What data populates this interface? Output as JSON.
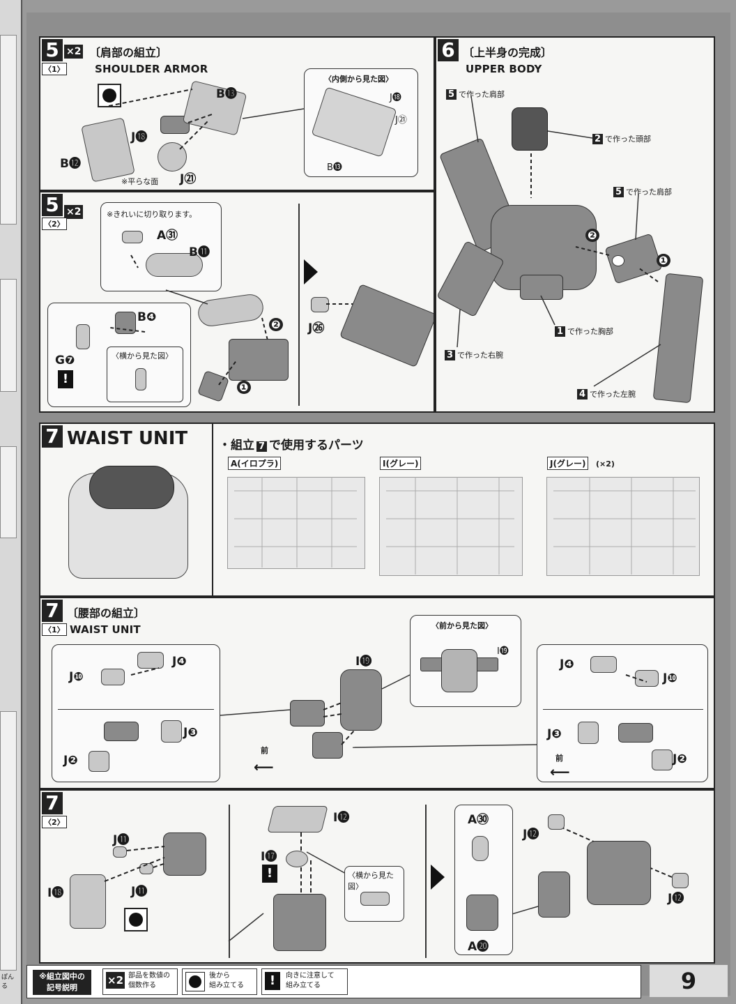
{
  "page_number": "9",
  "step5_1": {
    "num": "5",
    "sub": "〈1〉",
    "mult": "×2",
    "title_jp": "〔肩部の組立〕",
    "title_en": "SHOULDER ARMOR",
    "labels": {
      "b13": "B⓭",
      "j18": "J⓲",
      "b12": "B⓬",
      "j21": "J㉑",
      "flat_note": "※平らな面"
    },
    "inset": {
      "title": "〈内側から見た図〉",
      "j18": "J⓲",
      "j21": "J㉑",
      "b13": "B⓭"
    }
  },
  "step5_2": {
    "num": "5",
    "sub": "〈2〉",
    "mult": "×2",
    "note": "※きれいに切り取ります。",
    "labels": {
      "a31": "A㉛",
      "b11": "B⓫",
      "b4": "B❹",
      "g7": "G❼",
      "j26": "J㉖",
      "step1": "❶",
      "step2": "❷"
    },
    "side_view": "〈横から見た図〉"
  },
  "step6": {
    "num": "6",
    "title_jp": "〔上半身の完成〕",
    "title_en": "UPPER BODY",
    "callouts": [
      {
        "num": "5",
        "text": "で作った肩部"
      },
      {
        "num": "2",
        "text": "で作った頭部"
      },
      {
        "num": "5",
        "text": "で作った肩部"
      },
      {
        "num": "1",
        "text": "で作った胸部"
      },
      {
        "num": "3",
        "text": "で作った右腕"
      },
      {
        "num": "4",
        "text": "で作った左腕"
      }
    ],
    "steps": {
      "s1": "❶",
      "s2": "❷"
    }
  },
  "step7_header": {
    "num": "7",
    "title": "WAIST UNIT",
    "parts_heading": "・組立",
    "parts_heading_num": "7",
    "parts_heading_tail": "で使用するパーツ",
    "runners": [
      {
        "label": "A",
        "sub": "(イロプラ)",
        "mult": ""
      },
      {
        "label": "I",
        "sub": "(グレー)",
        "mult": ""
      },
      {
        "label": "J",
        "sub": "(グレー)",
        "mult": "(×2)"
      }
    ]
  },
  "step7_1": {
    "num": "7",
    "sub": "〈1〉",
    "title_jp": "〔腰部の組立〕",
    "title_en": "WAIST UNIT",
    "front_view": "〈前から見た図〉",
    "labels": {
      "j10a": "J❿",
      "j4a": "J❹",
      "j2a": "J❷",
      "j3a": "J❸",
      "i19": "I⓳",
      "i19b": "I⓳",
      "j4b": "J❹",
      "j10b": "J❿",
      "j3b": "J❸",
      "j2b": "J❷",
      "front": "前",
      "front2": "前"
    }
  },
  "step7_2": {
    "num": "7",
    "sub": "〈2〉",
    "labels": {
      "j11a": "J⓫",
      "j11b": "J⓫",
      "i18": "I⓲",
      "i12": "I⓬",
      "i17": "I⓱",
      "a30": "A㉚",
      "a20": "A⓴",
      "j12a": "J⓬",
      "j12b": "J⓬"
    },
    "side_view": "〈横から見た図〉"
  },
  "legend": {
    "title_line1": "※組立図中の",
    "title_line2": "記号説明",
    "items": [
      {
        "symbol": "×2",
        "line1": "部品を数値の",
        "line2": "個数作る"
      },
      {
        "symbol": "●",
        "line1": "後から",
        "line2": "組み立てる"
      },
      {
        "symbol": "!",
        "line1": "向きに注意して",
        "line2": "組み立てる"
      }
    ]
  },
  "margin_text": {
    "bottom": "ぽん\nる"
  }
}
